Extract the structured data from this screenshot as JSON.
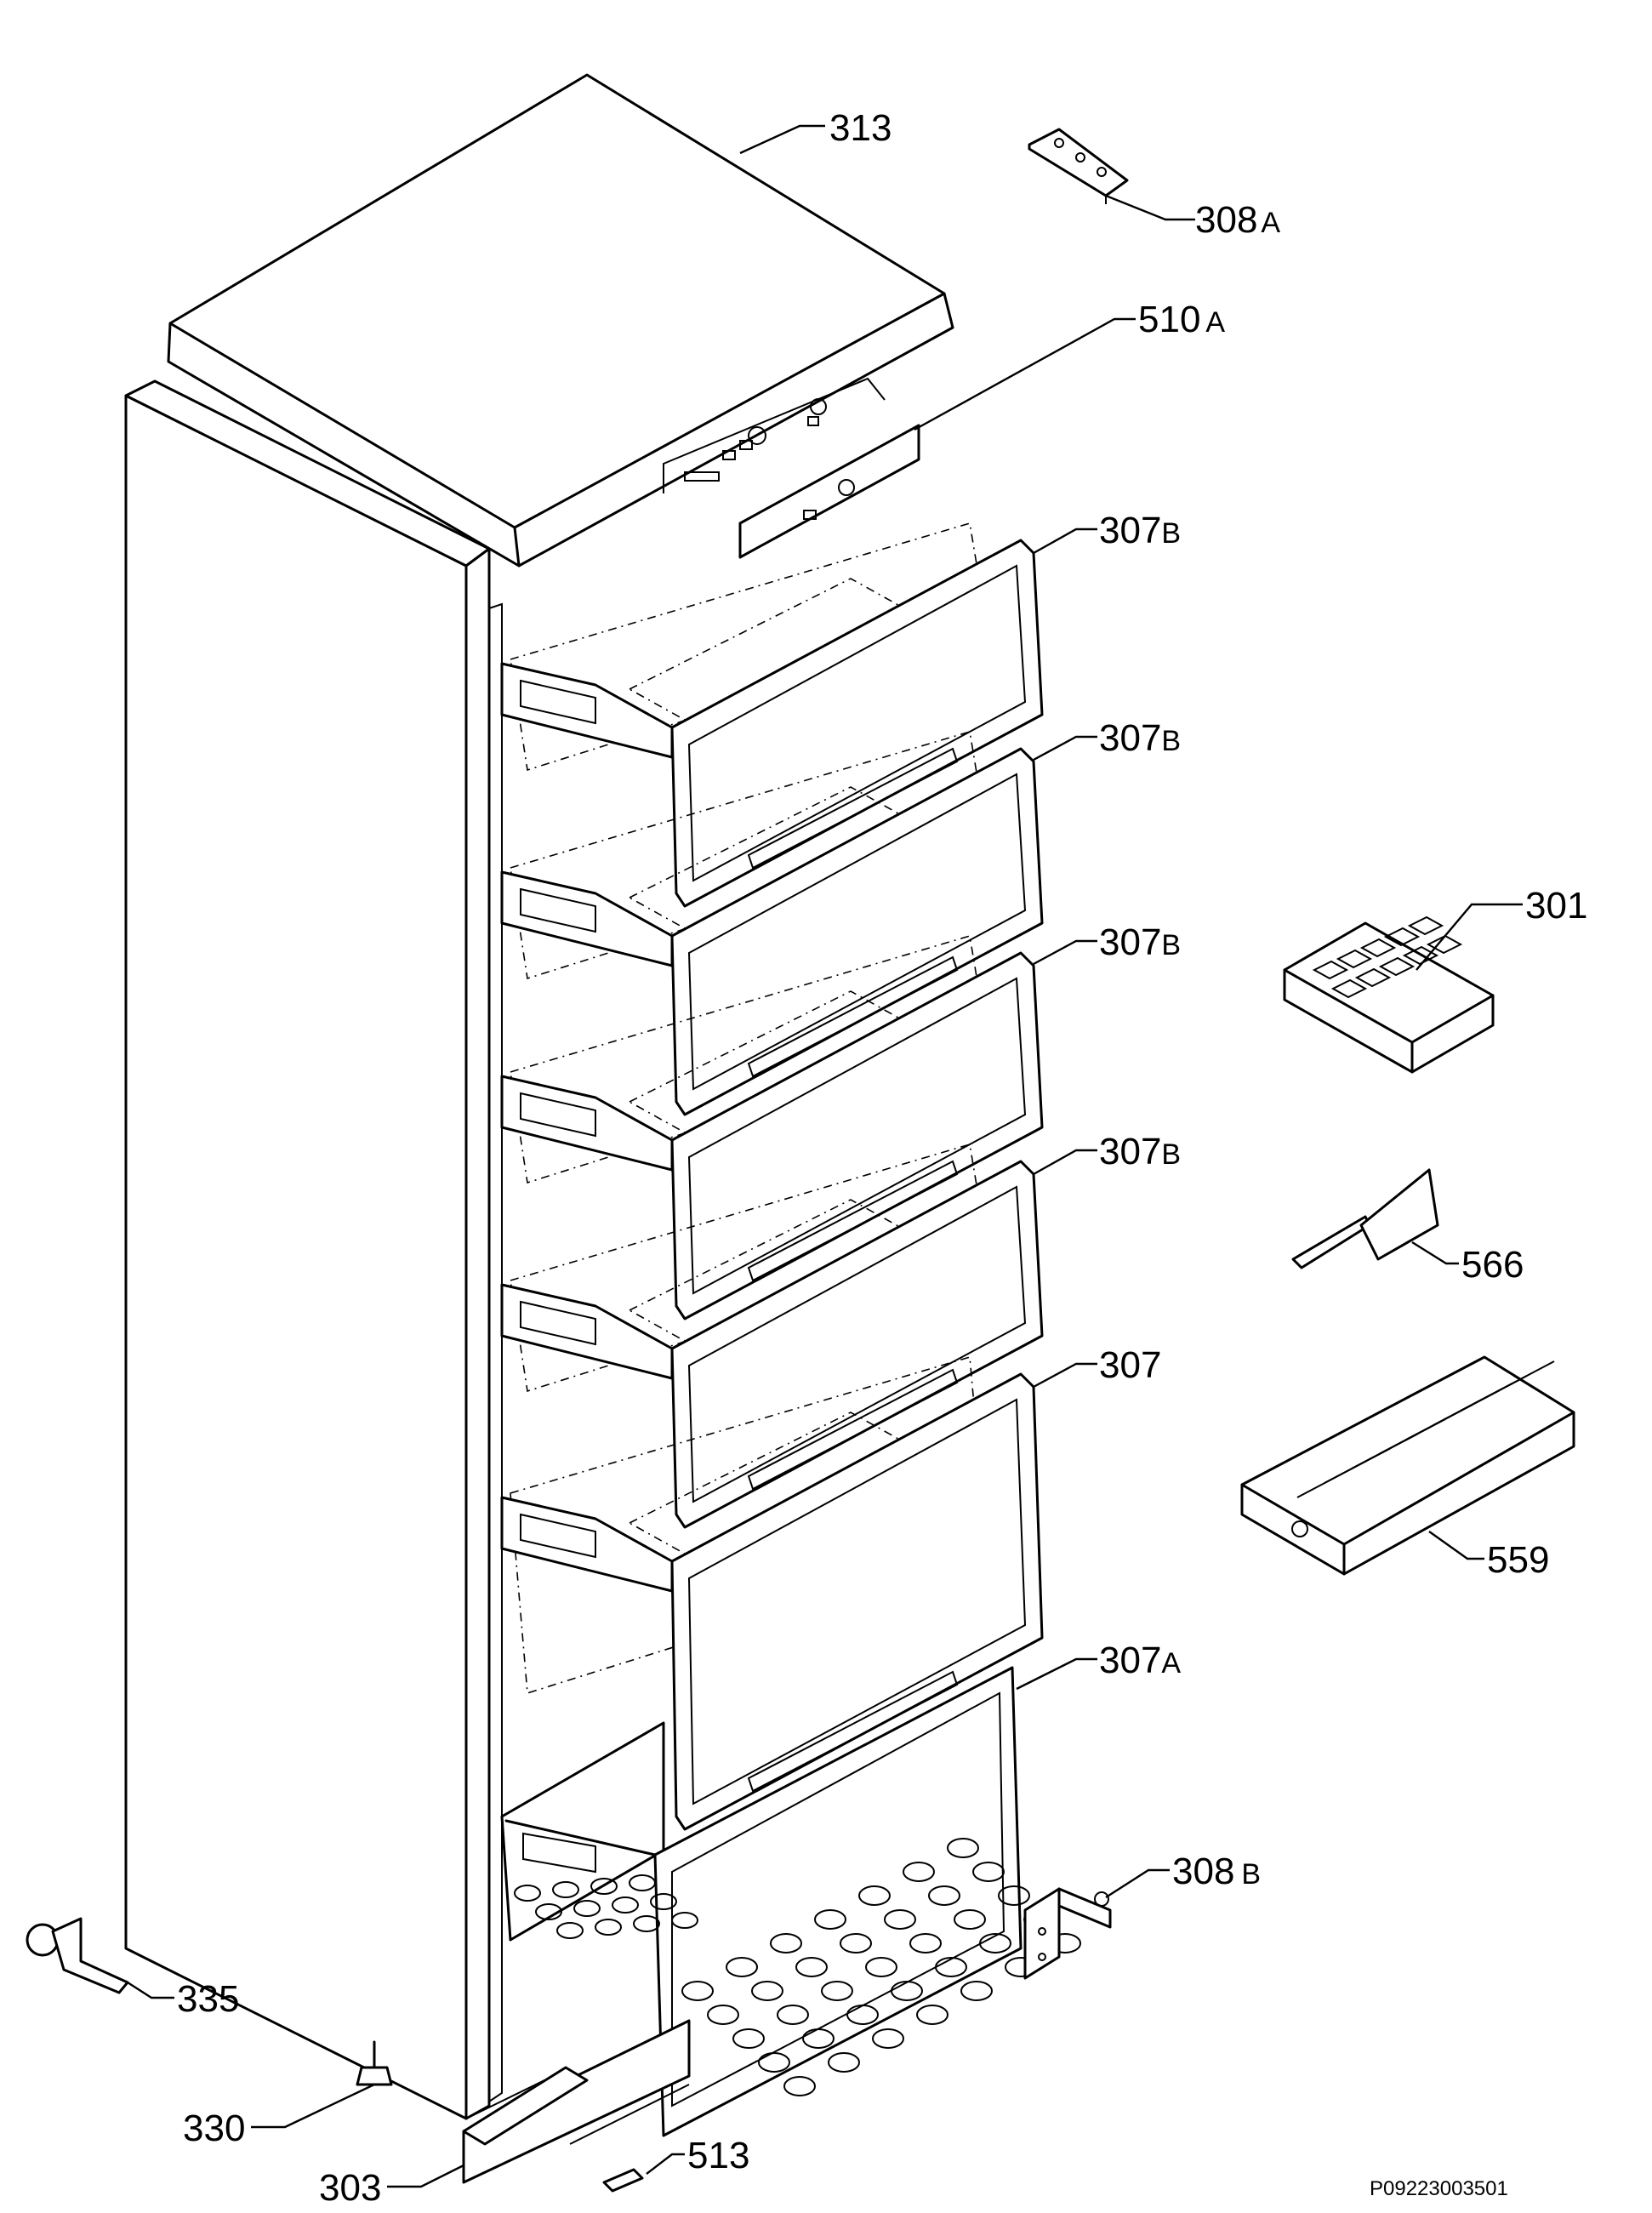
{
  "callouts": [
    {
      "id": "313",
      "num": "313",
      "suffix": ""
    },
    {
      "id": "308a",
      "num": "308",
      "suffix": "A"
    },
    {
      "id": "510a",
      "num": "510",
      "suffix": "A"
    },
    {
      "id": "307b-1",
      "num": "307",
      "suffix": "B"
    },
    {
      "id": "307b-2",
      "num": "307",
      "suffix": "B"
    },
    {
      "id": "307b-3",
      "num": "307",
      "suffix": "B"
    },
    {
      "id": "307b-4",
      "num": "307",
      "suffix": "B"
    },
    {
      "id": "307",
      "num": "307",
      "suffix": ""
    },
    {
      "id": "307a",
      "num": "307",
      "suffix": "A"
    },
    {
      "id": "301",
      "num": "301",
      "suffix": ""
    },
    {
      "id": "566",
      "num": "566",
      "suffix": ""
    },
    {
      "id": "559",
      "num": "559",
      "suffix": ""
    },
    {
      "id": "308b",
      "num": "308",
      "suffix": "B"
    },
    {
      "id": "335",
      "num": "335",
      "suffix": ""
    },
    {
      "id": "330",
      "num": "330",
      "suffix": ""
    },
    {
      "id": "303",
      "num": "303",
      "suffix": ""
    },
    {
      "id": "513",
      "num": "513",
      "suffix": ""
    }
  ],
  "drawing_code": "P09223003501"
}
